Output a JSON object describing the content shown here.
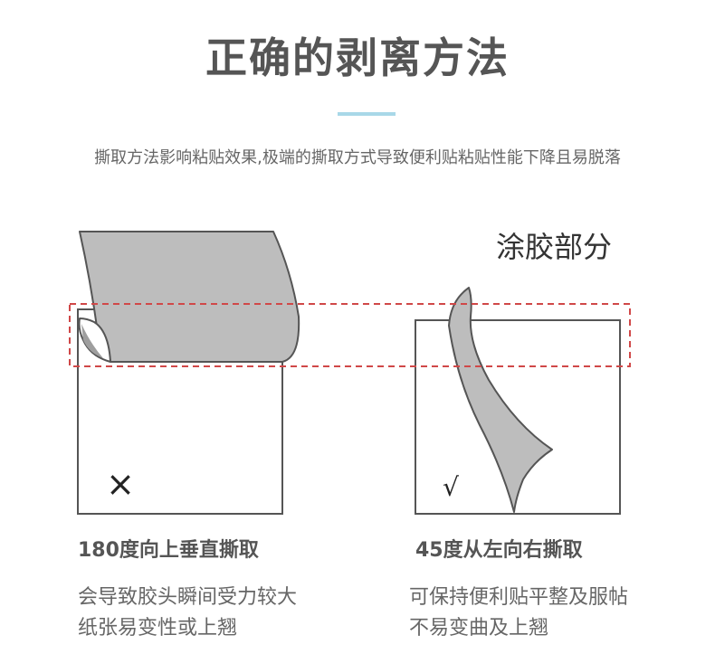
{
  "page": {
    "title": "正确的剥离方法",
    "subtitle": "撕取方法影响粘贴效果,极端的撕取方式导致便利贴粘贴性能下降且易脱落",
    "glue_label": "涂胶部分"
  },
  "examples": [
    {
      "mark": "×",
      "caption": "180度向上垂直撕取",
      "desc_line1": "会导致胶头瞬间受力较大",
      "desc_line2": "纸张易变性或上翘"
    },
    {
      "mark": "√",
      "caption": "45度从左向右撕取",
      "desc_line1": "可保持便利贴平整及服帖",
      "desc_line2": "不易变曲及上翘"
    }
  ],
  "colors": {
    "accent_rule": "#a8d8e8",
    "dashed_box": "#d04848",
    "paper_fill": "#bdbdbd",
    "paper_stroke": "#555555"
  }
}
